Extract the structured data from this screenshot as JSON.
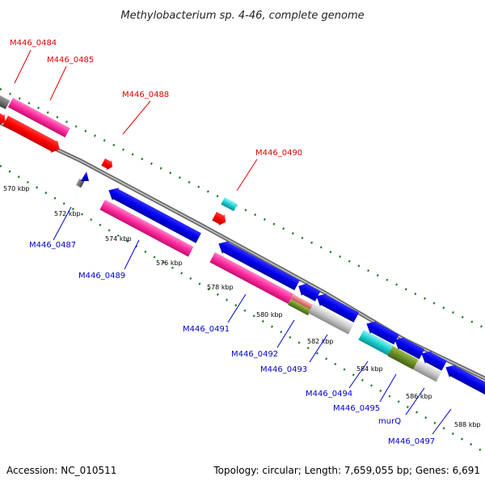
{
  "title": "Methylobacterium sp. 4-46, complete genome",
  "footer": {
    "accession": "Accession: NC_010511",
    "summary": "Topology: circular; Length: 7,659,055 bp; Genes: 6,691"
  },
  "kbp_ticks": [
    "570 kbp",
    "572 kbp",
    "574 kbp",
    "576 kbp",
    "578 kbp",
    "580 kbp",
    "582 kbp",
    "584 kbp",
    "586 kbp",
    "588 kbp"
  ],
  "gene_labels": [
    {
      "text": "M446_0484",
      "strand": "forward"
    },
    {
      "text": "M446_0485",
      "strand": "forward"
    },
    {
      "text": "M446_0488",
      "strand": "forward"
    },
    {
      "text": "M446_0490",
      "strand": "forward"
    },
    {
      "text": "M446_0487",
      "strand": "reverse"
    },
    {
      "text": "M446_0489",
      "strand": "reverse"
    },
    {
      "text": "M446_0491",
      "strand": "reverse"
    },
    {
      "text": "M446_0492",
      "strand": "reverse"
    },
    {
      "text": "M446_0493",
      "strand": "reverse"
    },
    {
      "text": "M446_0494",
      "strand": "reverse"
    },
    {
      "text": "M446_0495",
      "strand": "reverse"
    },
    {
      "text": "murQ",
      "strand": "reverse"
    },
    {
      "text": "M446_0497",
      "strand": "reverse"
    }
  ],
  "colors": {
    "forward_label": "#e00000",
    "reverse_label": "#0000cc",
    "backbone": "#888888",
    "ticks": "#1a7a1a",
    "gene_red": "#ff0000",
    "gene_pink": "#ff2a9e",
    "gene_blue": "#0000ee",
    "gene_cyan": "#1ccfd2",
    "gene_olive": "#6b8e23",
    "gene_grey": "#bdbdbd",
    "gene_darkgrey": "#6e6e6e",
    "gene_salmon": "#e87c7c"
  }
}
